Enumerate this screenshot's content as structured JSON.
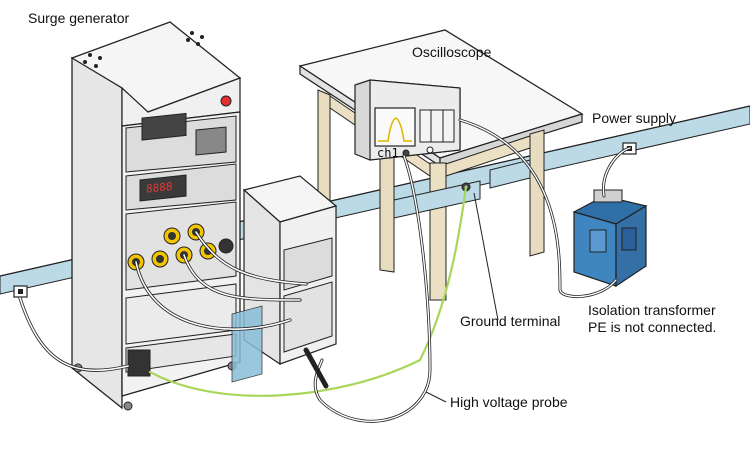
{
  "labels": {
    "surge_generator": "Surge generator",
    "oscilloscope": "Oscilloscope",
    "power_supply": "Power supply",
    "isolation_transformer_line1": "Isolation transformer",
    "isolation_transformer_line2": "PE is not connected.",
    "ground_terminal": "Ground terminal",
    "high_voltage_probe": "High voltage probe",
    "scope_channel": "ch1"
  },
  "colors": {
    "rail": "#bcd9e6",
    "ground_wire": "#a8d65a",
    "transformer": "#3f86c0",
    "cabinet_panel": "#e9e9e9",
    "display_red": "#e03a2f",
    "knob_yellow": "#f2c500",
    "emergency_red": "#e03030",
    "coupling_plate": "#88bed8"
  },
  "icons": [
    "power-outlet-icon",
    "emergency-stop-icon",
    "waveform-icon"
  ]
}
